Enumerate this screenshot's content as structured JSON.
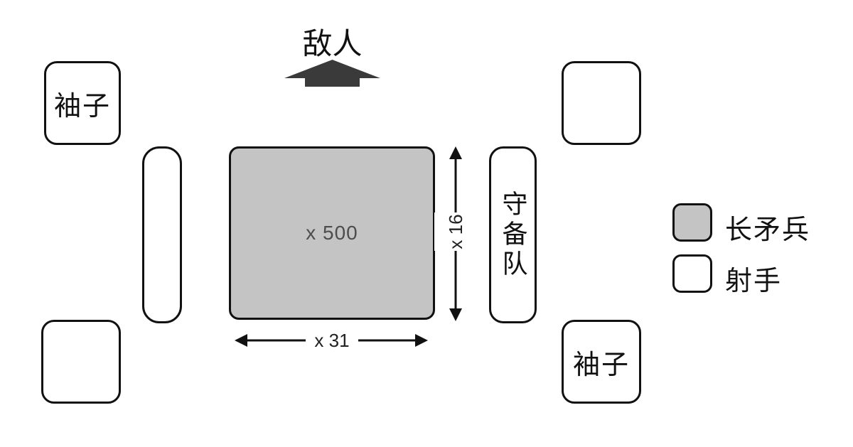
{
  "enemy": {
    "label": "敌人"
  },
  "pike_block": {
    "count_label": "x 500",
    "fill_color": "#c4c4c4"
  },
  "dimensions": {
    "width_label": "x 31",
    "height_label": "x 16"
  },
  "garrison": {
    "label": "守备队"
  },
  "sleeves": {
    "top_left_label": "袖子",
    "bottom_right_label": "袖子"
  },
  "legend": {
    "pikemen": {
      "label": "长矛兵",
      "color": "#c4c4c4"
    },
    "shooters": {
      "label": "射手",
      "color": "#ffffff"
    }
  }
}
